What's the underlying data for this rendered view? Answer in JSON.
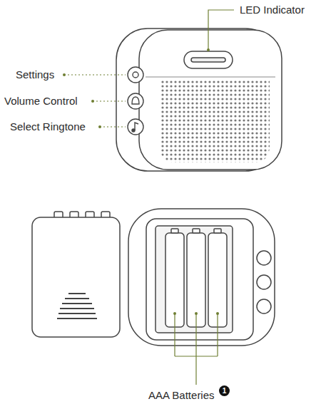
{
  "diagram": {
    "labels": [
      "LED Indicator",
      "Settings",
      "Volume Control",
      "Select Ringtone",
      "AAA Batteries",
      "1"
    ]
  }
}
